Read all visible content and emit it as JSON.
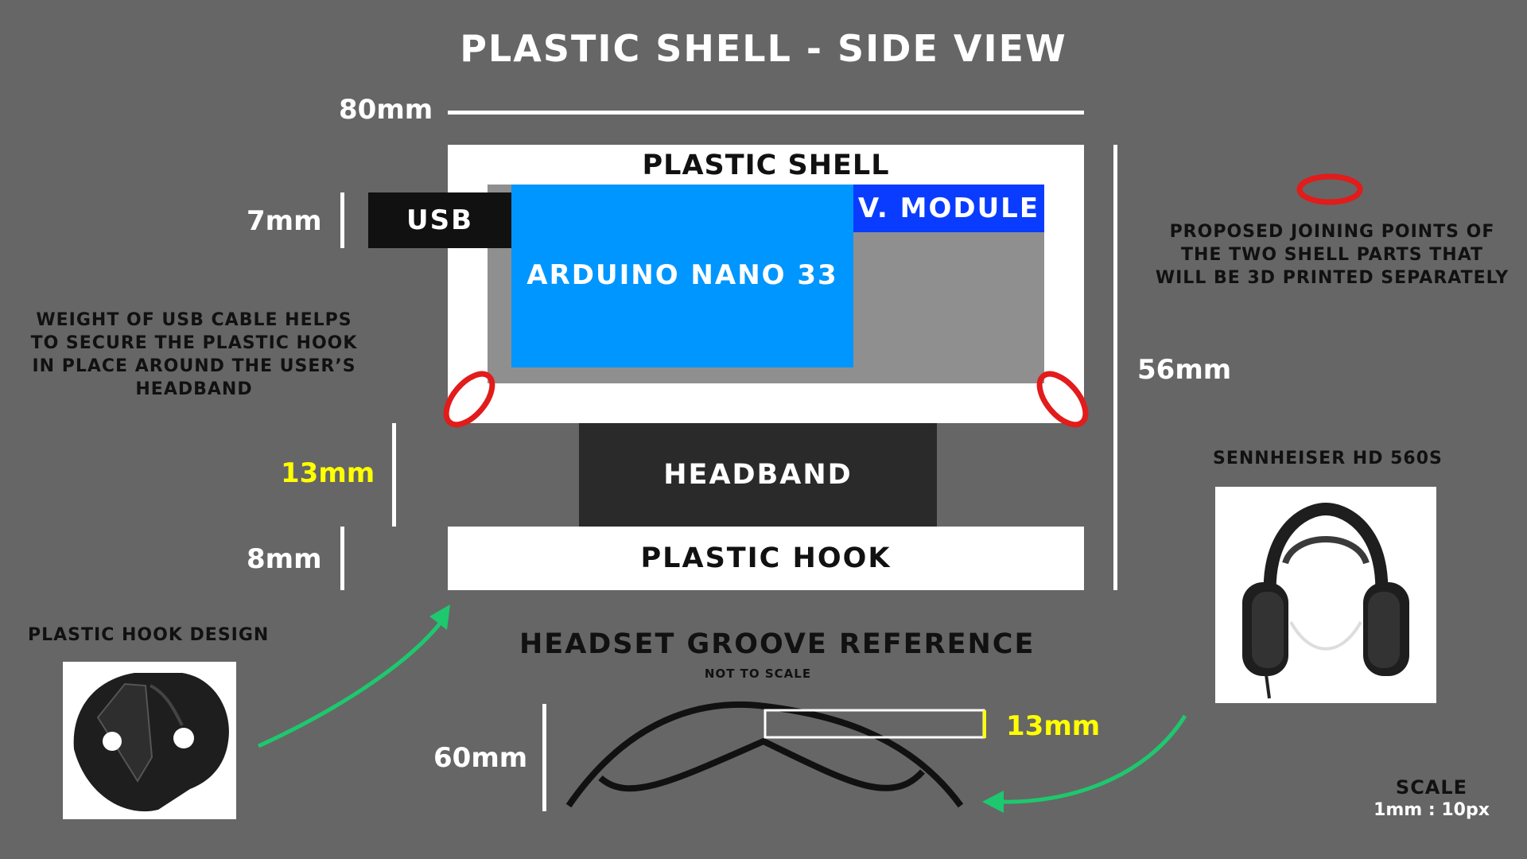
{
  "title": "PLASTIC SHELL - SIDE VIEW",
  "dimensions": {
    "width": "80mm",
    "height_total": "56mm",
    "usb": "7mm",
    "headband": "13mm",
    "hook": "8mm",
    "groove_height": "60mm",
    "groove_width": "13mm"
  },
  "components": {
    "shell": "PLASTIC SHELL",
    "usb": "USB",
    "arduino": "ARDUINO NANO 33",
    "vmodule": "V. MODULE",
    "headband": "HEADBAND",
    "hook": "PLASTIC HOOK"
  },
  "notes": {
    "joining_points": [
      "PROPOSED JOINING POINTS OF",
      "THE TWO SHELL PARTS THAT",
      "WILL BE 3D PRINTED SEPARATELY"
    ],
    "usb_weight": [
      "WEIGHT OF USB CABLE HELPS",
      "TO SECURE THE PLASTIC HOOK",
      "IN PLACE AROUND THE USER’S",
      "HEADBAND"
    ]
  },
  "references": {
    "headphones": "SENNHEISER HD 560S",
    "hook_design": "PLASTIC HOOK DESIGN",
    "groove_title": "HEADSET GROOVE REFERENCE",
    "groove_subtitle": "NOT TO SCALE"
  },
  "scale": {
    "label": "SCALE",
    "value": "1mm : 10px"
  },
  "colors": {
    "background": "#666666",
    "arduino": "#0096ff",
    "vmodule": "#0a3cff",
    "highlight": "#ffff00",
    "joint": "#e21b1b",
    "arrow": "#1ec86e",
    "headband": "#2a2a2a"
  }
}
